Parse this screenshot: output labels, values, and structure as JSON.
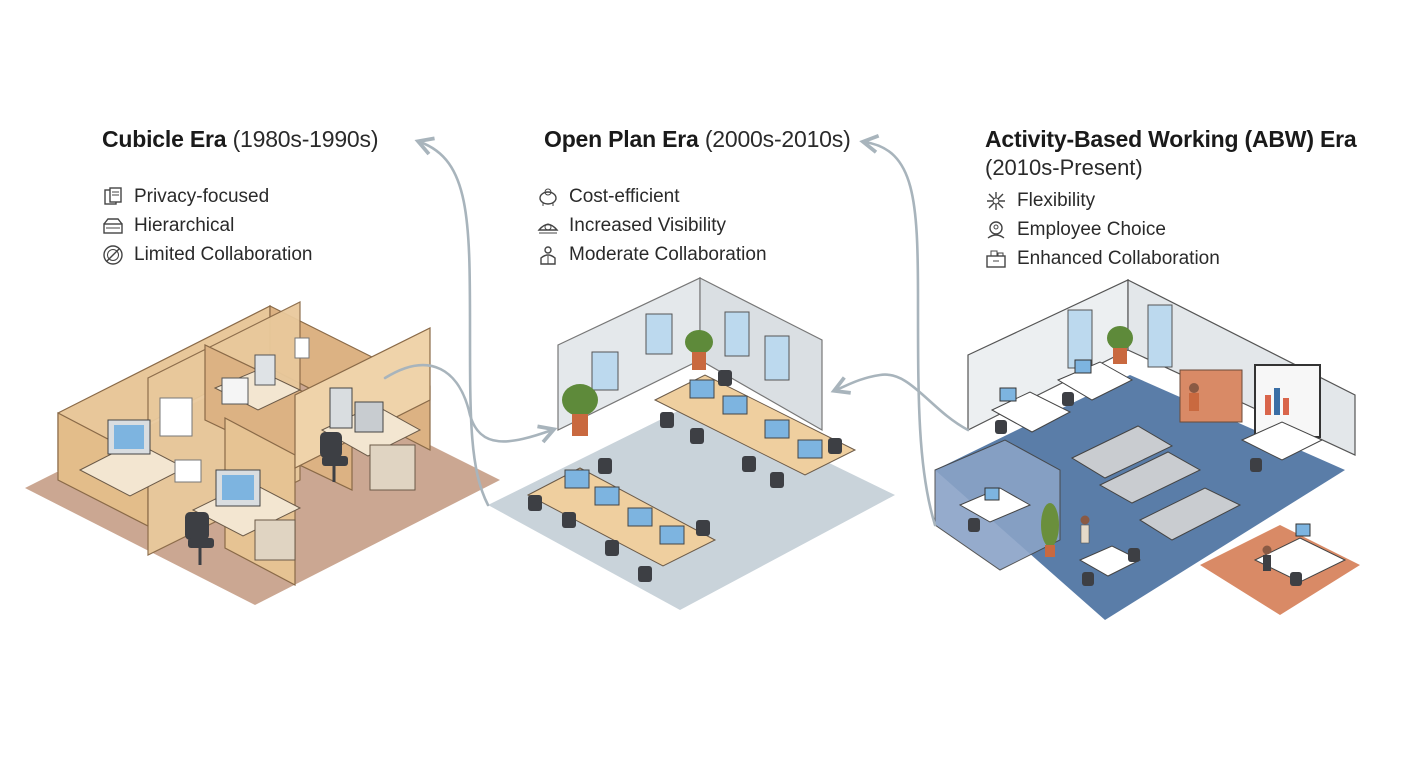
{
  "eras": [
    {
      "name": "Cubicle Era",
      "years": "(1980s-1990s)",
      "features": [
        {
          "icon": "document-stack-icon",
          "label": "Privacy-focused"
        },
        {
          "icon": "hierarchy-layers-icon",
          "label": "Hierarchical"
        },
        {
          "icon": "blocked-circle-icon",
          "label": "Limited Collaboration"
        }
      ]
    },
    {
      "name": "Open Plan Era",
      "years": "(2000s-2010s)",
      "features": [
        {
          "icon": "piggy-bank-icon",
          "label": "Cost-efficient"
        },
        {
          "icon": "eye-visibility-icon",
          "label": "Increased Visibility"
        },
        {
          "icon": "people-group-icon",
          "label": "Moderate Collaboration"
        }
      ]
    },
    {
      "name": "Activity-Based Working (ABW) Era",
      "years": "(2010s-Present)",
      "features": [
        {
          "icon": "flexibility-star-icon",
          "label": "Flexibility"
        },
        {
          "icon": "employee-choice-icon",
          "label": "Employee Choice"
        },
        {
          "icon": "collaboration-network-icon",
          "label": "Enhanced Collaboration"
        }
      ]
    }
  ],
  "colors": {
    "cubicle_wall": "#e8c79a",
    "cubicle_floor": "#b98a6e",
    "open_floor": "#c9d3da",
    "open_desk": "#efcf9f",
    "abw_floor": "#5a7da8",
    "abw_accent": "#d98a66",
    "arrow": "#a8b4bc"
  }
}
